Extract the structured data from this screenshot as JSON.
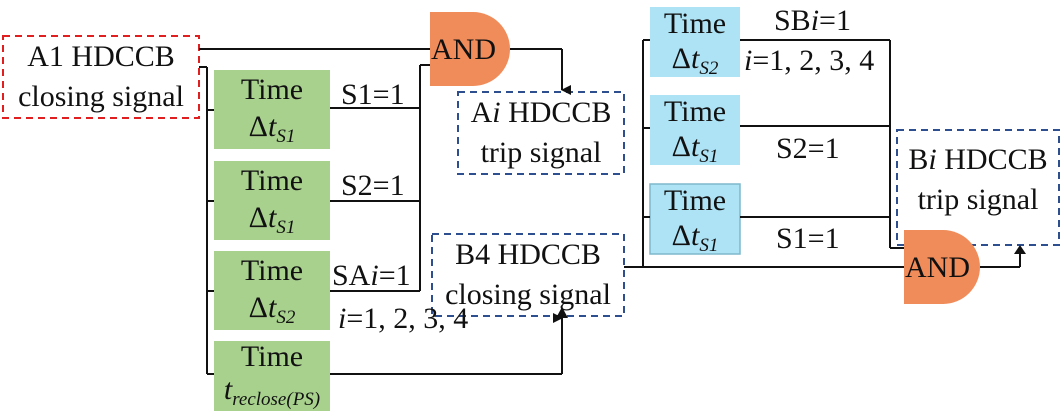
{
  "colors": {
    "green": "#a9d18e",
    "blue": "#aee3f5",
    "orange": "#f08c5a",
    "red_dash": "#e02020",
    "blue_dash": "#2e4f8f",
    "line": "#111111"
  },
  "signals": {
    "a1_close_line1": "A1 HDCCB",
    "a1_close_line2": "closing signal",
    "ai_trip_line1_pre": "A",
    "ai_trip_line1_i": "i",
    "ai_trip_line1_post": " HDCCB",
    "ai_trip_line2": "trip signal",
    "b4_close_line1": "B4 HDCCB",
    "b4_close_line2": "closing signal",
    "bi_trip_line1_pre": "B",
    "bi_trip_line1_i": "i",
    "bi_trip_line1_post": " HDCCB",
    "bi_trip_line2": "trip signal"
  },
  "gates": {
    "and_top": "AND",
    "and_bottom": "AND"
  },
  "timers": {
    "time_word": "Time",
    "delta": "Δ",
    "t": "t",
    "sub_s1": "S1",
    "sub_s2": "S2",
    "sub_reclose": "reclose(PS)"
  },
  "conditions": {
    "s1": "S1=1",
    "s2": "S2=1",
    "sai_pre": "SA",
    "sai_i": "i",
    "sai_post": "=1",
    "range_a_i": "i",
    "range_a_rest": "=1, 2, 3, 4",
    "sbi_pre": "SB",
    "sbi_i": "i",
    "sbi_post": "=1",
    "range_b_i": "i",
    "range_b_rest": "=1, 2, 3, 4",
    "s2_right": "S2=1",
    "s1_right": "S1=1"
  }
}
